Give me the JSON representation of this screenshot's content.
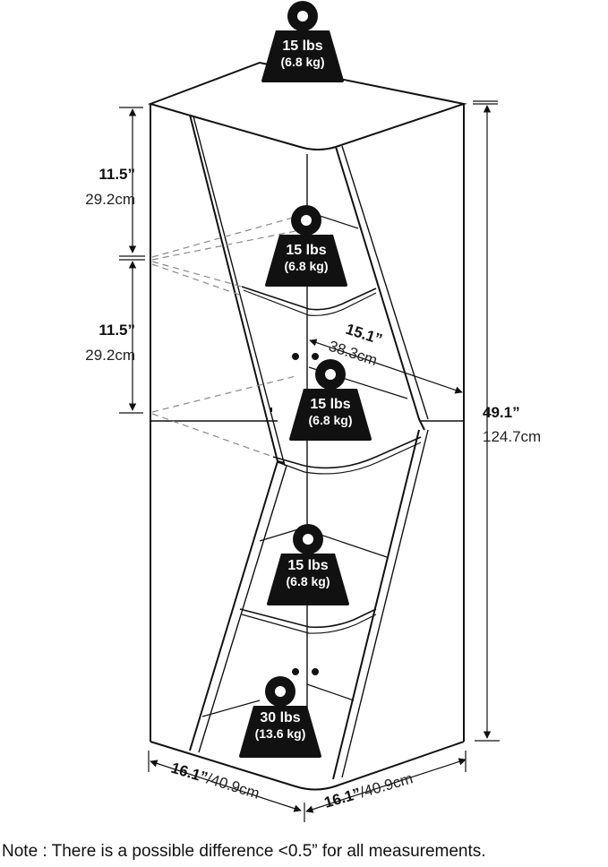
{
  "weights": [
    {
      "lbs": "15 lbs",
      "kg": "(6.8 kg)"
    },
    {
      "lbs": "15 lbs",
      "kg": "(6.8 kg)"
    },
    {
      "lbs": "15 lbs",
      "kg": "(6.8 kg)"
    },
    {
      "lbs": "15 lbs",
      "kg": "(6.8 kg)"
    },
    {
      "lbs": "30 lbs",
      "kg": "(13.6 kg)"
    }
  ],
  "dimensions": {
    "shelf_gap_upper": {
      "imperial": "11.5”",
      "metric": "29.2cm"
    },
    "shelf_gap_lower": {
      "imperial": "11.5”",
      "metric": "29.2cm"
    },
    "shelf_depth": {
      "imperial": "15.1”",
      "metric": "38.3cm"
    },
    "height": {
      "imperial": "49.1”",
      "metric": "124.7cm"
    },
    "width_left": {
      "imperial": "16.1”",
      "metric": "/40.9cm"
    },
    "width_right": {
      "imperial": "16.1”",
      "metric": "/40.9cm"
    }
  },
  "note": "Note : There is a possible difference <0.5” for all measurements."
}
